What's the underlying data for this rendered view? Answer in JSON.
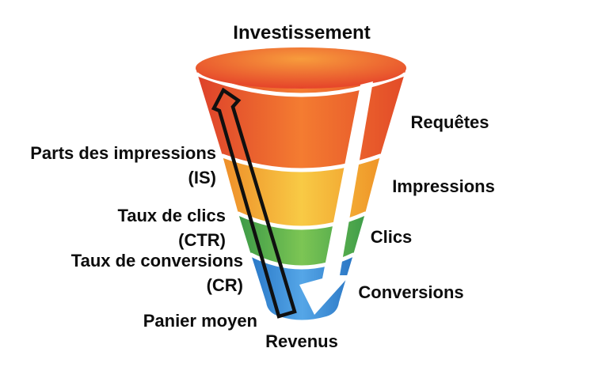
{
  "background_color": "#ffffff",
  "text_color": "#0d0d0d",
  "funnel": {
    "top_label": "Investissement",
    "bottom_label": "Revenus",
    "top_face": {
      "center_color": "#f79c3c",
      "edge_color": "#e5432a"
    },
    "separator_color": "#ffffff",
    "bands": [
      {
        "stage": "requetes",
        "label": "Requêtes",
        "edge": "#dd402a",
        "center": "#f47c31",
        "edge2": "#e24a28"
      },
      {
        "stage": "impressions",
        "label": "Impressions",
        "edge": "#ee8e29",
        "center": "#f8ca45",
        "edge2": "#ef9528"
      },
      {
        "stage": "clics",
        "label": "Clics",
        "edge": "#3c9a47",
        "center": "#7cc554",
        "edge2": "#3f9d49"
      },
      {
        "stage": "conversions",
        "label": "Conversions",
        "edge": "#2a79c8",
        "center": "#55a6e7",
        "edge2": "#2a76c4"
      }
    ],
    "left_labels": [
      {
        "line1": "Parts des impressions",
        "line2": "(IS)"
      },
      {
        "line1": "Taux de clics",
        "line2": "(CTR)"
      },
      {
        "line1": "Taux de conversions",
        "line2": "(CR)"
      },
      {
        "line1": "Panier moyen"
      }
    ],
    "arrows": {
      "down_arrow_color": "#ffffff",
      "up_arrow_outline_color": "#101010"
    }
  }
}
